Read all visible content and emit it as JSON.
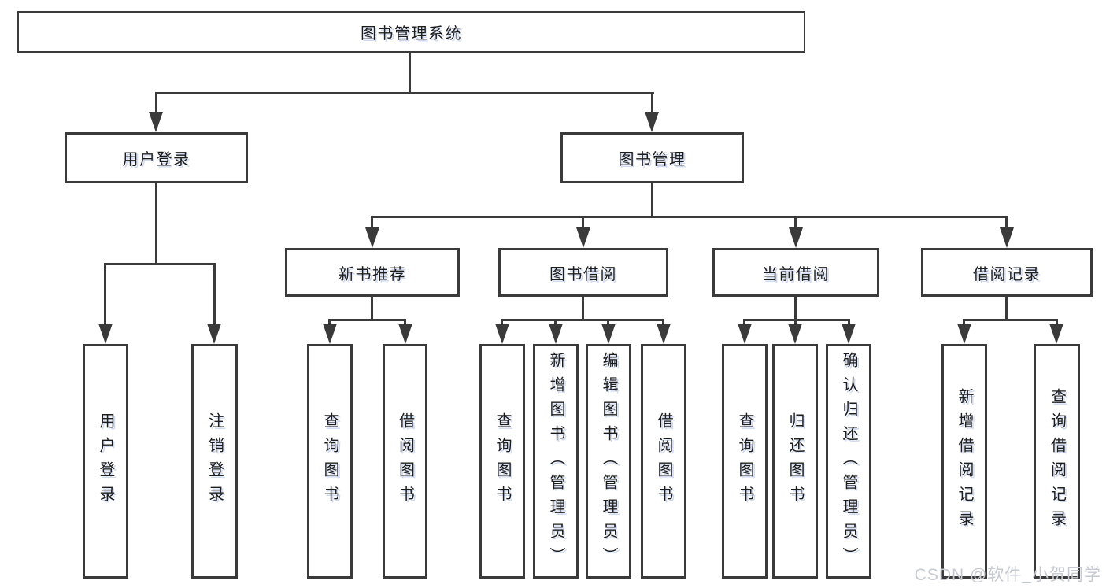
{
  "nodes": {
    "root": "图书管理系统",
    "userLogin": "用户登录",
    "bookMgmt": "图书管理",
    "newBook": "新书推荐",
    "bookBorrow": "图书借阅",
    "currentBorrow": "当前借阅",
    "borrowRecord": "借阅记录"
  },
  "leaves": {
    "userLogin": [
      "用户登录",
      "注销登录"
    ],
    "newBook": [
      "查询图书",
      "借阅图书"
    ],
    "bookBorrow": [
      "查询图书",
      "新增图书（管理员）",
      "编辑图书（管理员）",
      "借阅图书"
    ],
    "currentBorrow": [
      "查询图书",
      "归还图书",
      "确认归还（管理员）"
    ],
    "borrowRecord": [
      "新增借阅记录",
      "查询借阅记录"
    ]
  },
  "watermark": "CSDN @软件_小贺同学"
}
